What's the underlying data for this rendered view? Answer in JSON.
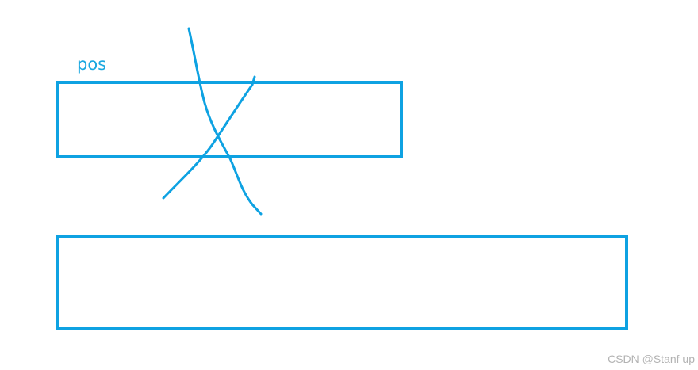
{
  "diagram": {
    "label": "pos",
    "watermark": "CSDN @Stanf up",
    "colors": {
      "stroke": "#0ea2e2",
      "label": "#1aa8e0",
      "watermark": "#b3b3b3",
      "background": "#ffffff"
    },
    "shapes": [
      {
        "kind": "rectangle",
        "name": "top-rectangle"
      },
      {
        "kind": "rectangle",
        "name": "bottom-rectangle"
      },
      {
        "kind": "stroke",
        "name": "cross-out-mark"
      }
    ]
  }
}
